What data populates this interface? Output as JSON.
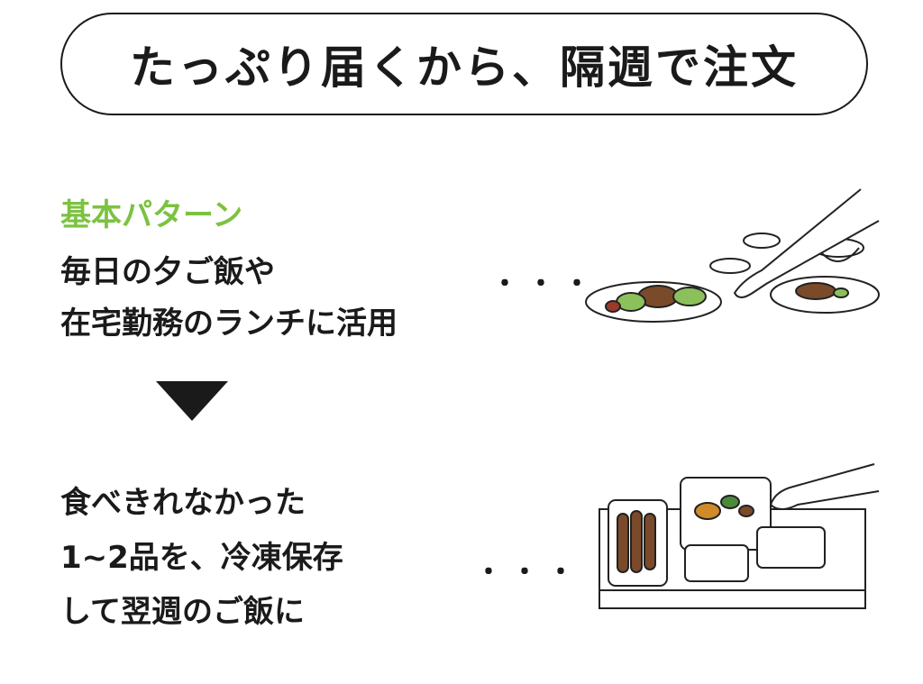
{
  "title": "たっぷり届くから、隔週で注文",
  "pattern": {
    "label": "基本パターン",
    "line1": "毎日の夕ご飯や",
    "line2": "在宅勤務のランチに活用",
    "dots": "・・・"
  },
  "leftover": {
    "line1": "食べきれなかった",
    "line2": "1~2品を、冷凍保存",
    "line3": "して翌週のご飯に",
    "dots": "・・・"
  },
  "colors": {
    "accent": "#7cc242",
    "text": "#1a1a1a"
  }
}
